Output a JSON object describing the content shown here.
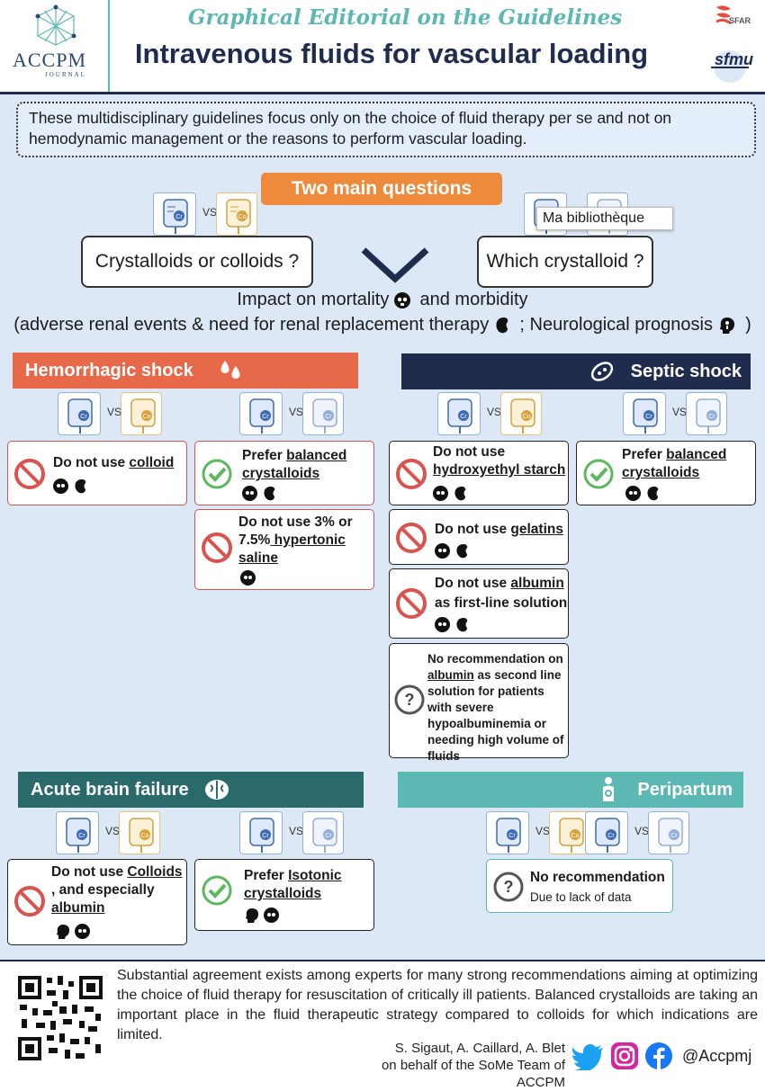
{
  "header": {
    "journal_name": "ACCPM",
    "journal_sub": "JOURNAL",
    "graphical_title": "Graphical Editorial on the Guidelines",
    "main_title": "Intravenous fluids for vascular loading",
    "partner1": "SFAR",
    "partner2": "sfmu"
  },
  "intro": "These multidisciplinary guidelines focus only on the choice of fluid therapy per se and not on hemodynamic management or the reasons to perform vascular loading.",
  "questions": {
    "heading": "Two main questions",
    "q1": "Crystalloids or colloids ?",
    "q2": "Which crystalloid ?",
    "vs": "VS",
    "tooltip": "Ma bibliothèque"
  },
  "impact": {
    "line1_a": "Impact on mortality",
    "line1_b": "and morbidity",
    "line2_a": "(adverse renal events & need for renal replacement therapy",
    "line2_b": "; Neurological prognosis",
    "line2_c": ")"
  },
  "bag_labels": {
    "cr": "Cr",
    "co": "Co"
  },
  "hemorrhagic": {
    "title": "Hemorrhagic shock",
    "rec1": {
      "pre": "Do not use ",
      "u": "colloid"
    },
    "rec2": {
      "pre": "Prefer ",
      "u": "balanced crystalloids"
    },
    "rec3": {
      "pre": "Do not use 3% or 7.5%",
      "u": " hypertonic saline"
    }
  },
  "septic": {
    "title": "Septic shock",
    "rec1": {
      "pre": "Do not use",
      "u": "hydroxyethyl starch"
    },
    "rec2": {
      "pre": "Do not use ",
      "u": "gelatins"
    },
    "rec3": {
      "pre": "Do not use ",
      "u": "albumin",
      "post": "as first-line solution"
    },
    "rec4": {
      "pre": "No recommendation on",
      "u": "albumin",
      "post": " as second line solution for patients with severe hypoalbuminemia or needing high volume of fluids"
    },
    "rec5": {
      "pre": "Prefer ",
      "u": "balanced crystalloids"
    }
  },
  "brain": {
    "title": "Acute brain failure",
    "rec1": {
      "pre": "Do not use ",
      "u": "Colloids",
      "post": ", and especially",
      "u2": "albumin"
    },
    "rec2": {
      "pre": "Prefer ",
      "u": "Isotonic crystalloids"
    }
  },
  "peripartum": {
    "title": "Peripartum",
    "rec1": {
      "title": "No recommendation",
      "sub": "Due to lack of data"
    }
  },
  "footer": {
    "text": "Substantial agreement exists among experts for many strong recommendations aiming at optimizing the choice of fluid therapy for resuscitation of critically ill patients. Balanced crystalloids are taking an important place in the fluid therapeutic strategy compared to colloids for which indications are limited.",
    "authors": "S. Sigaut, A. Caillard, A. Blet",
    "team": "on behalf of the SoMe Team of ACCPM",
    "handle": "@Accpmj"
  },
  "colors": {
    "navy": "#1f2c4e",
    "teal": "#5bb8b2",
    "orange": "#ee8a3c",
    "coral": "#e8694a",
    "dark_teal": "#2b6a6b",
    "panel": "#dde8f7"
  }
}
